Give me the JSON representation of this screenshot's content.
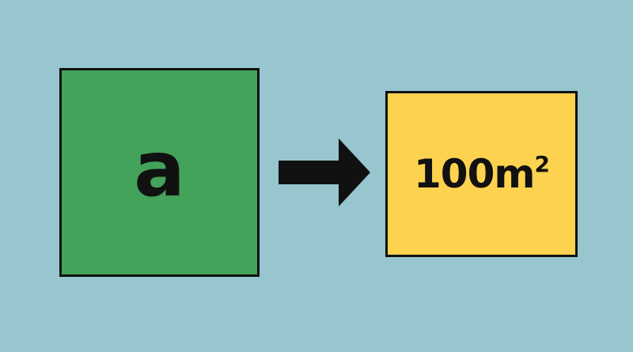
{
  "left_square": {
    "label": "a",
    "fill_color": "#43A35A"
  },
  "right_square": {
    "value_label": "100m",
    "exponent": "2",
    "fill_color": "#FCD24F"
  },
  "arrow": {
    "icon": "right-arrow-icon",
    "color": "#111111"
  },
  "background_color": "#97C6CE"
}
